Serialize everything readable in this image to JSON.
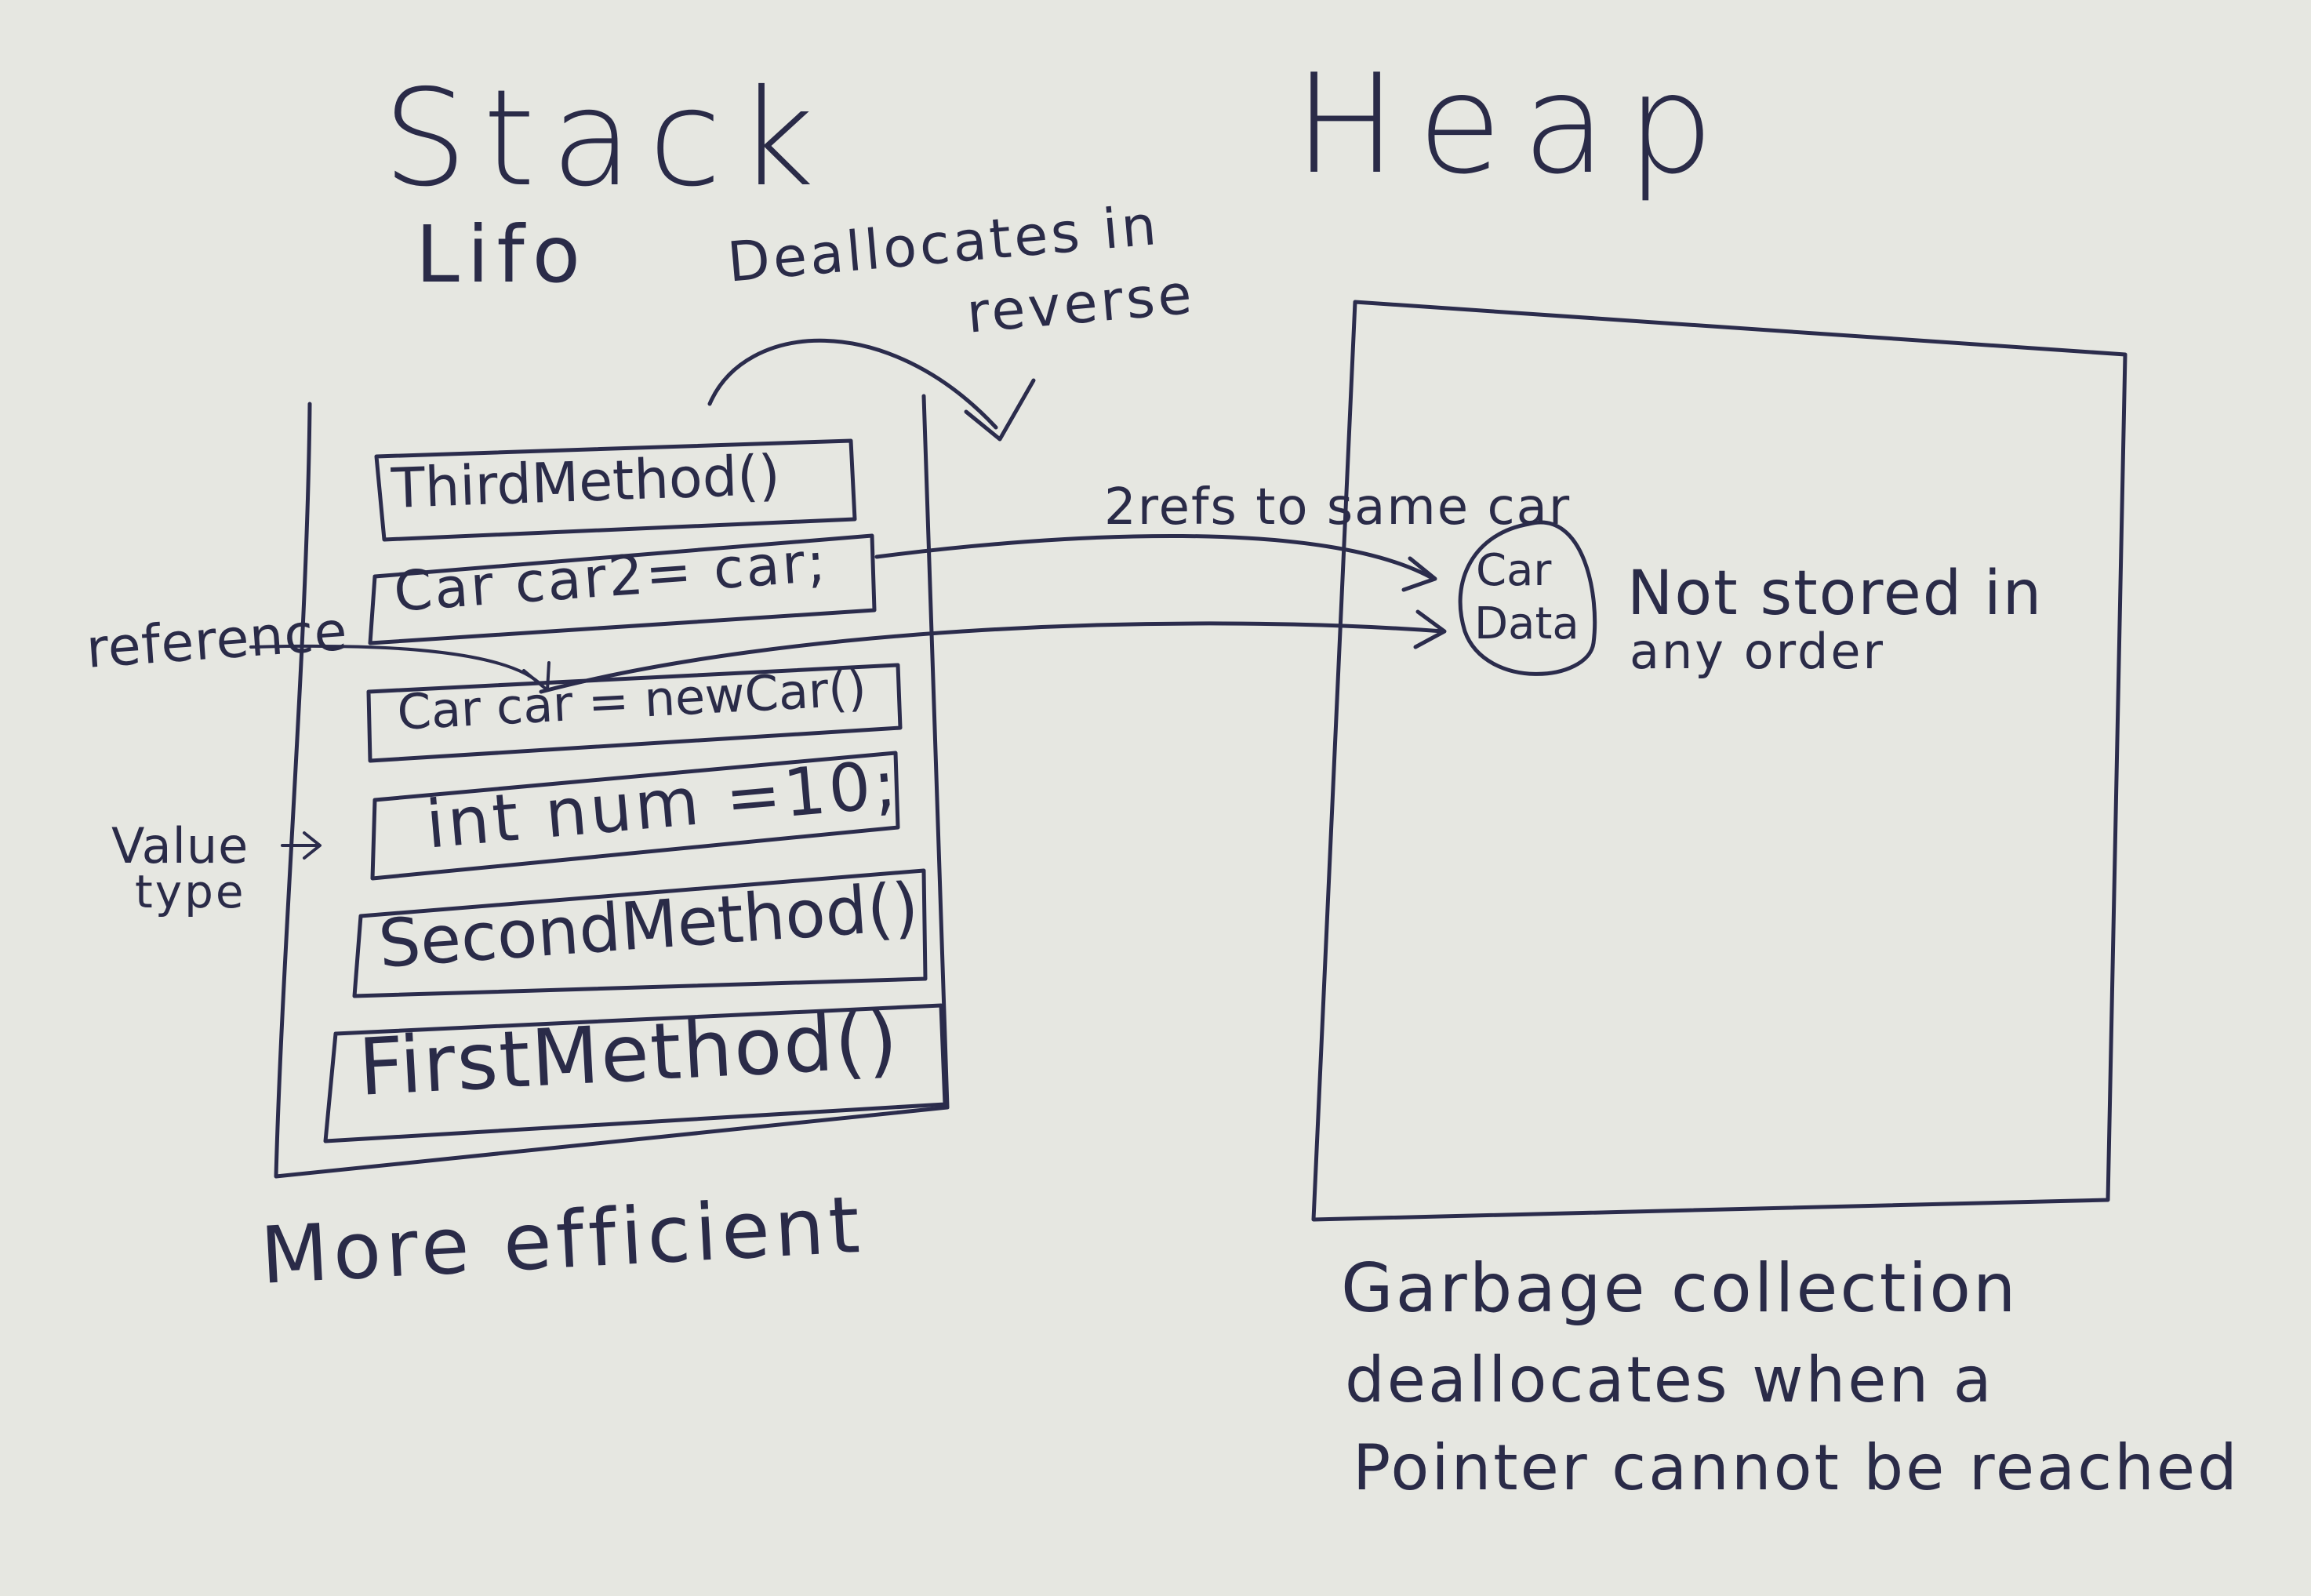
{
  "titles": {
    "stack": "Stack",
    "lifo": "Lifo",
    "heap": "Heap"
  },
  "annotations": {
    "deallocates_line1": "Deallocates in",
    "deallocates_line2": "reverse",
    "two_refs": "2refs to same car",
    "reference": "reference",
    "value_type_line1": "Value",
    "value_type_line2": "type",
    "not_stored_line1": "Not stored in",
    "not_stored_line2": "any order",
    "more_efficient": "More efficient",
    "gc_line1": "Garbage collection",
    "gc_line2": "deallocates when a",
    "gc_line3": "Pointer cannot be reached"
  },
  "stack_frames": [
    "ThirdMethod()",
    "Car car2= car;",
    "Car car = newCar()",
    "int num =10;",
    "SecondMethod()",
    "FirstMethod()"
  ],
  "heap_object": {
    "line1": "Car",
    "line2": "Data"
  }
}
